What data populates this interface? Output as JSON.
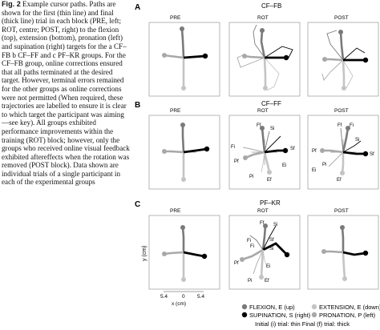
{
  "caption": {
    "figure_number": "Fig. 2",
    "text": "Example cursor paths. Paths are shown for the first (thin line) and final (thick line) trial in each block (PRE, left; ROT, centre; POST, right) to the flexion (top), extension (bottom), pronation (left) and supination (right) targets for the a CF–FB b CF–FF and c PF–KR groups. For the CF–FB group, online corrections ensured that all paths terminated at the desired target. However, terminal errors remained for the other groups as online corrections were not permitted (When required, these trajectories are labelled to ensure it is clear to which target the participant was aiming—see key). All groups exhibited performance improvements within the training (ROT) block; however, only the groups who received online visual feedback exhibited aftereffects when the rotation was removed (POST block). Data shown are individual trials of a single participant in each of the experimental groups"
  },
  "panels": [
    {
      "letter": "A",
      "group": "CF–FB",
      "blocks": [
        "PRE",
        "ROT",
        "POST"
      ]
    },
    {
      "letter": "B",
      "group": "CF–FF",
      "blocks": [
        "PRE",
        "ROT",
        "POST"
      ]
    },
    {
      "letter": "C",
      "group": "PF–KR",
      "blocks": [
        "PRE",
        "ROT",
        "POST"
      ]
    }
  ],
  "target_labels": {
    "b_rot": [
      "Ff",
      "Fi",
      "Si",
      "Sf",
      "Pf",
      "Pi",
      "Ef",
      "Ei"
    ],
    "b_post": [
      "Ff",
      "Fi",
      "Si",
      "Sf",
      "Pf",
      "Pi",
      "Ef",
      "Ei"
    ],
    "c_rot": [
      "Si",
      "Ff",
      "Fi",
      "Sf",
      "Fi",
      "Pf",
      "Si",
      "Ei",
      "Ef",
      "Pi"
    ]
  },
  "axes": {
    "ylabel": "y (cm)",
    "xlabel": "x (cm)",
    "xticks": [
      "5.4",
      "0",
      "5.4"
    ]
  },
  "legend": {
    "items": [
      {
        "label": "FLEXION, E (up)",
        "color": "#7a7a7a"
      },
      {
        "label": "EXTENSION, E (down)",
        "color": "#c4c4c4"
      },
      {
        "label": "SUPINATION, S (right)",
        "color": "#000000"
      },
      {
        "label": "PRONATION, P (left)",
        "color": "#a8a8a8"
      }
    ],
    "note": "Initial (i) trial: thin Final (f) trial: thick"
  },
  "colors": {
    "flexion": "#7a7a7a",
    "extension": "#c4c4c4",
    "supination": "#000000",
    "pronation": "#a8a8a8"
  }
}
